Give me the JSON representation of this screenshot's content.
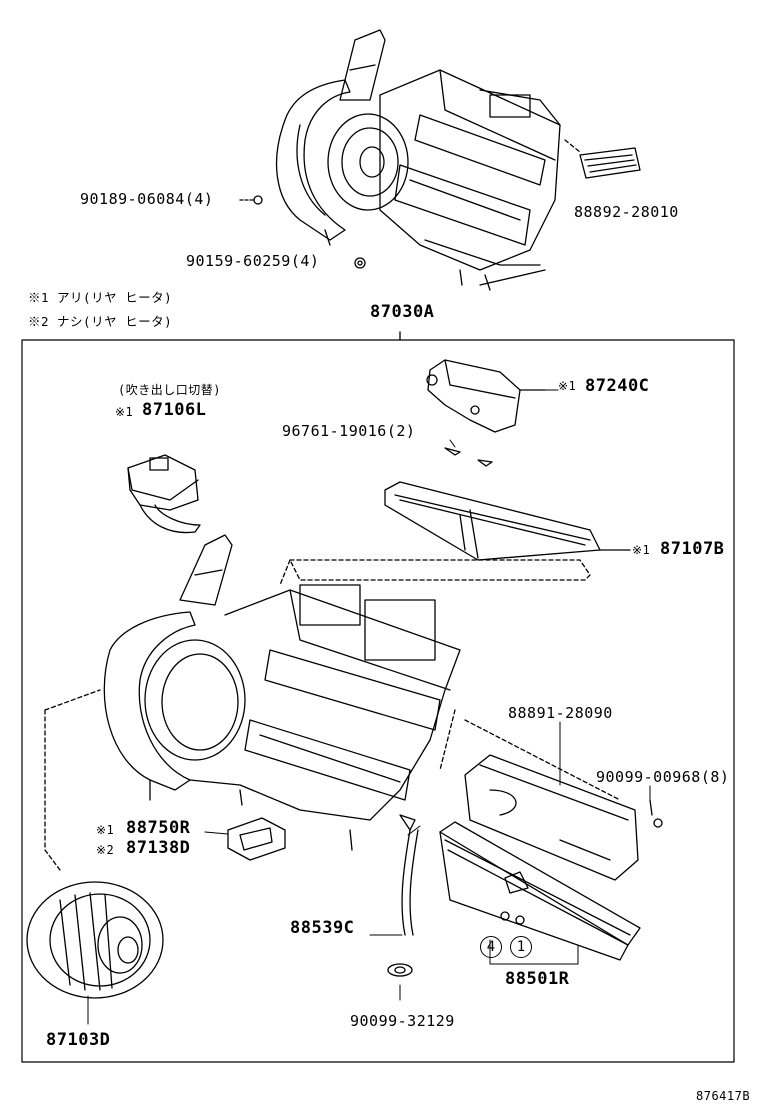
{
  "callouts": {
    "bolt_top_1": "90189-06084(4)",
    "bolt_top_2": "90159-60259(4)",
    "filter_top": "88892-28010",
    "assembly": "87030A",
    "damper_servo": "87240C",
    "clip": "96761-19016(2)",
    "mode_servo": "87106L",
    "mode_servo_note": "(吹き出し口切替)",
    "heater_core": "87107B",
    "case_cover": "88891-28090",
    "screw": "90099-00968(8)",
    "resistor_a": "88750R",
    "resistor_b": "87138D",
    "drain_hose": "88539C",
    "evaporator": "88501R",
    "grommet": "90099-32129",
    "blower_motor": "87103D",
    "figure_id": "876417B"
  },
  "legend": {
    "line1": "※1 アリ(リヤ ヒータ)",
    "line2": "※2 ナシ(リヤ ヒータ)"
  },
  "marks": {
    "star1": "※1",
    "star2": "※2",
    "circle_4": "4",
    "circle_1": "1"
  }
}
